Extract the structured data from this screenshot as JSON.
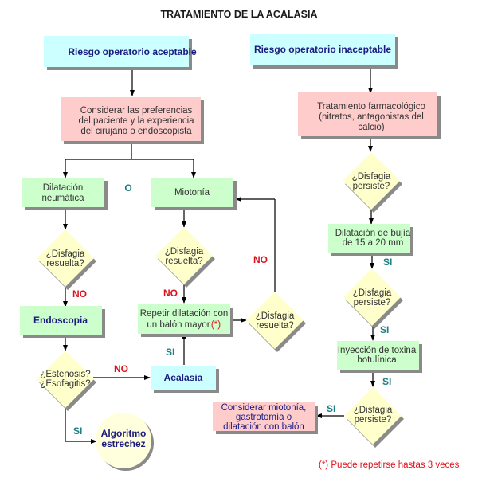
{
  "title": "TRATAMIENTO DE LA ACALASIA",
  "colors": {
    "cyan_box": "#ccffff",
    "pink_box": "#ffcccc",
    "green_box": "#ccffcc",
    "diamond": "#ffffcc",
    "si_label": "#1a7f80",
    "no_label": "#e0101a",
    "navy_text": "#1a1a80"
  },
  "nodes": {
    "riesgo_aceptable": "Riesgo operatorio aceptable",
    "riesgo_inaceptable": "Riesgo operatorio inaceptable",
    "considerar_pref": [
      "Considerar las preferencias",
      "del paciente y la experiencia",
      "del cirujano o endoscopista"
    ],
    "trat_farma": [
      "Tratamiento farmacológico",
      "(nitratos, antagonistas del",
      "calcio)"
    ],
    "dilatacion_neum": [
      "Dilatación",
      "neumática"
    ],
    "o_label": "O",
    "miotonia": "Miotonía",
    "disfagia_resuelta_1": [
      "¿Disfagia",
      "resuelta?"
    ],
    "disfagia_resuelta_2": [
      "¿Disfagia",
      "resuelta?"
    ],
    "disfagia_resuelta_3": [
      "¿Disfagia",
      "resuelta?"
    ],
    "disfagia_persiste_1": [
      "¿Disfagia",
      "persiste?"
    ],
    "disfagia_persiste_2": [
      "¿Disfagia",
      "persiste?"
    ],
    "disfagia_persiste_3": [
      "¿Disfagia",
      "persiste?"
    ],
    "endoscopia": "Endoscopia",
    "repetir": [
      "Repetir dilatación con",
      "un balón mayor",
      "(*)"
    ],
    "estenosis": [
      "¿Estenosis?",
      "¿Esofagitis?"
    ],
    "acalasia": "Acalasia",
    "algoritmo": [
      "Algoritmo",
      "estrechez"
    ],
    "dilatacion_bujia": [
      "Dilatación de bujía",
      "de 15 a 20 mm"
    ],
    "inyeccion": [
      "Inyección de toxina",
      "botulínica"
    ],
    "considerar_miot": [
      "Considerar miotonía,",
      "gastrotomía o",
      "dilatación con balón"
    ]
  },
  "labels": {
    "no_1": "NO",
    "no_2": "NO",
    "no_3": "NO",
    "no_4": "NO",
    "si_1": "SI",
    "si_2": "SI",
    "si_3": "SI",
    "si_4": "SI",
    "si_5": "SI",
    "si_6": "SI"
  },
  "footnote": "(*) Puede repetirse hastas 3 veces"
}
